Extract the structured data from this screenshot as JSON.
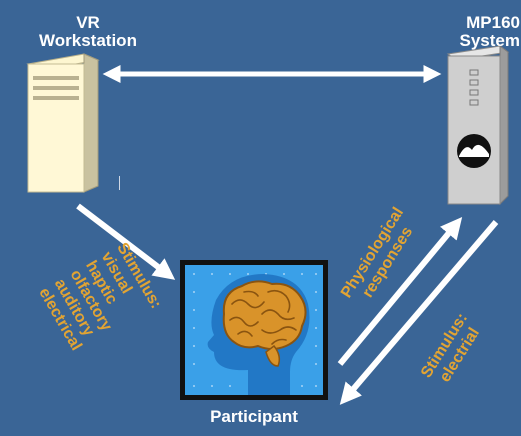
{
  "nodes": {
    "workstation": {
      "line1": "VR",
      "line2": "Workstation"
    },
    "mp160": {
      "line1": "MP160",
      "line2": "System"
    },
    "participant": "Participant"
  },
  "labels": {
    "stimulus_left": [
      "Stimulus:",
      "visual",
      "haptic",
      "olfactory",
      "auditory",
      "electrical"
    ],
    "physiological": [
      "Physiological",
      "responses"
    ],
    "stimulus_right": [
      "Stimulus:",
      "electrial"
    ]
  },
  "colors": {
    "background": "#3a6596",
    "label_orange": "#e2a433",
    "arrow": "#ffffff",
    "participant_panel": "#3aa0e8",
    "brain": "#d9932a"
  },
  "icons": {
    "workstation": "tower-computer-icon",
    "mp160": "mp160-device-icon",
    "participant": "head-with-brain-icon"
  }
}
